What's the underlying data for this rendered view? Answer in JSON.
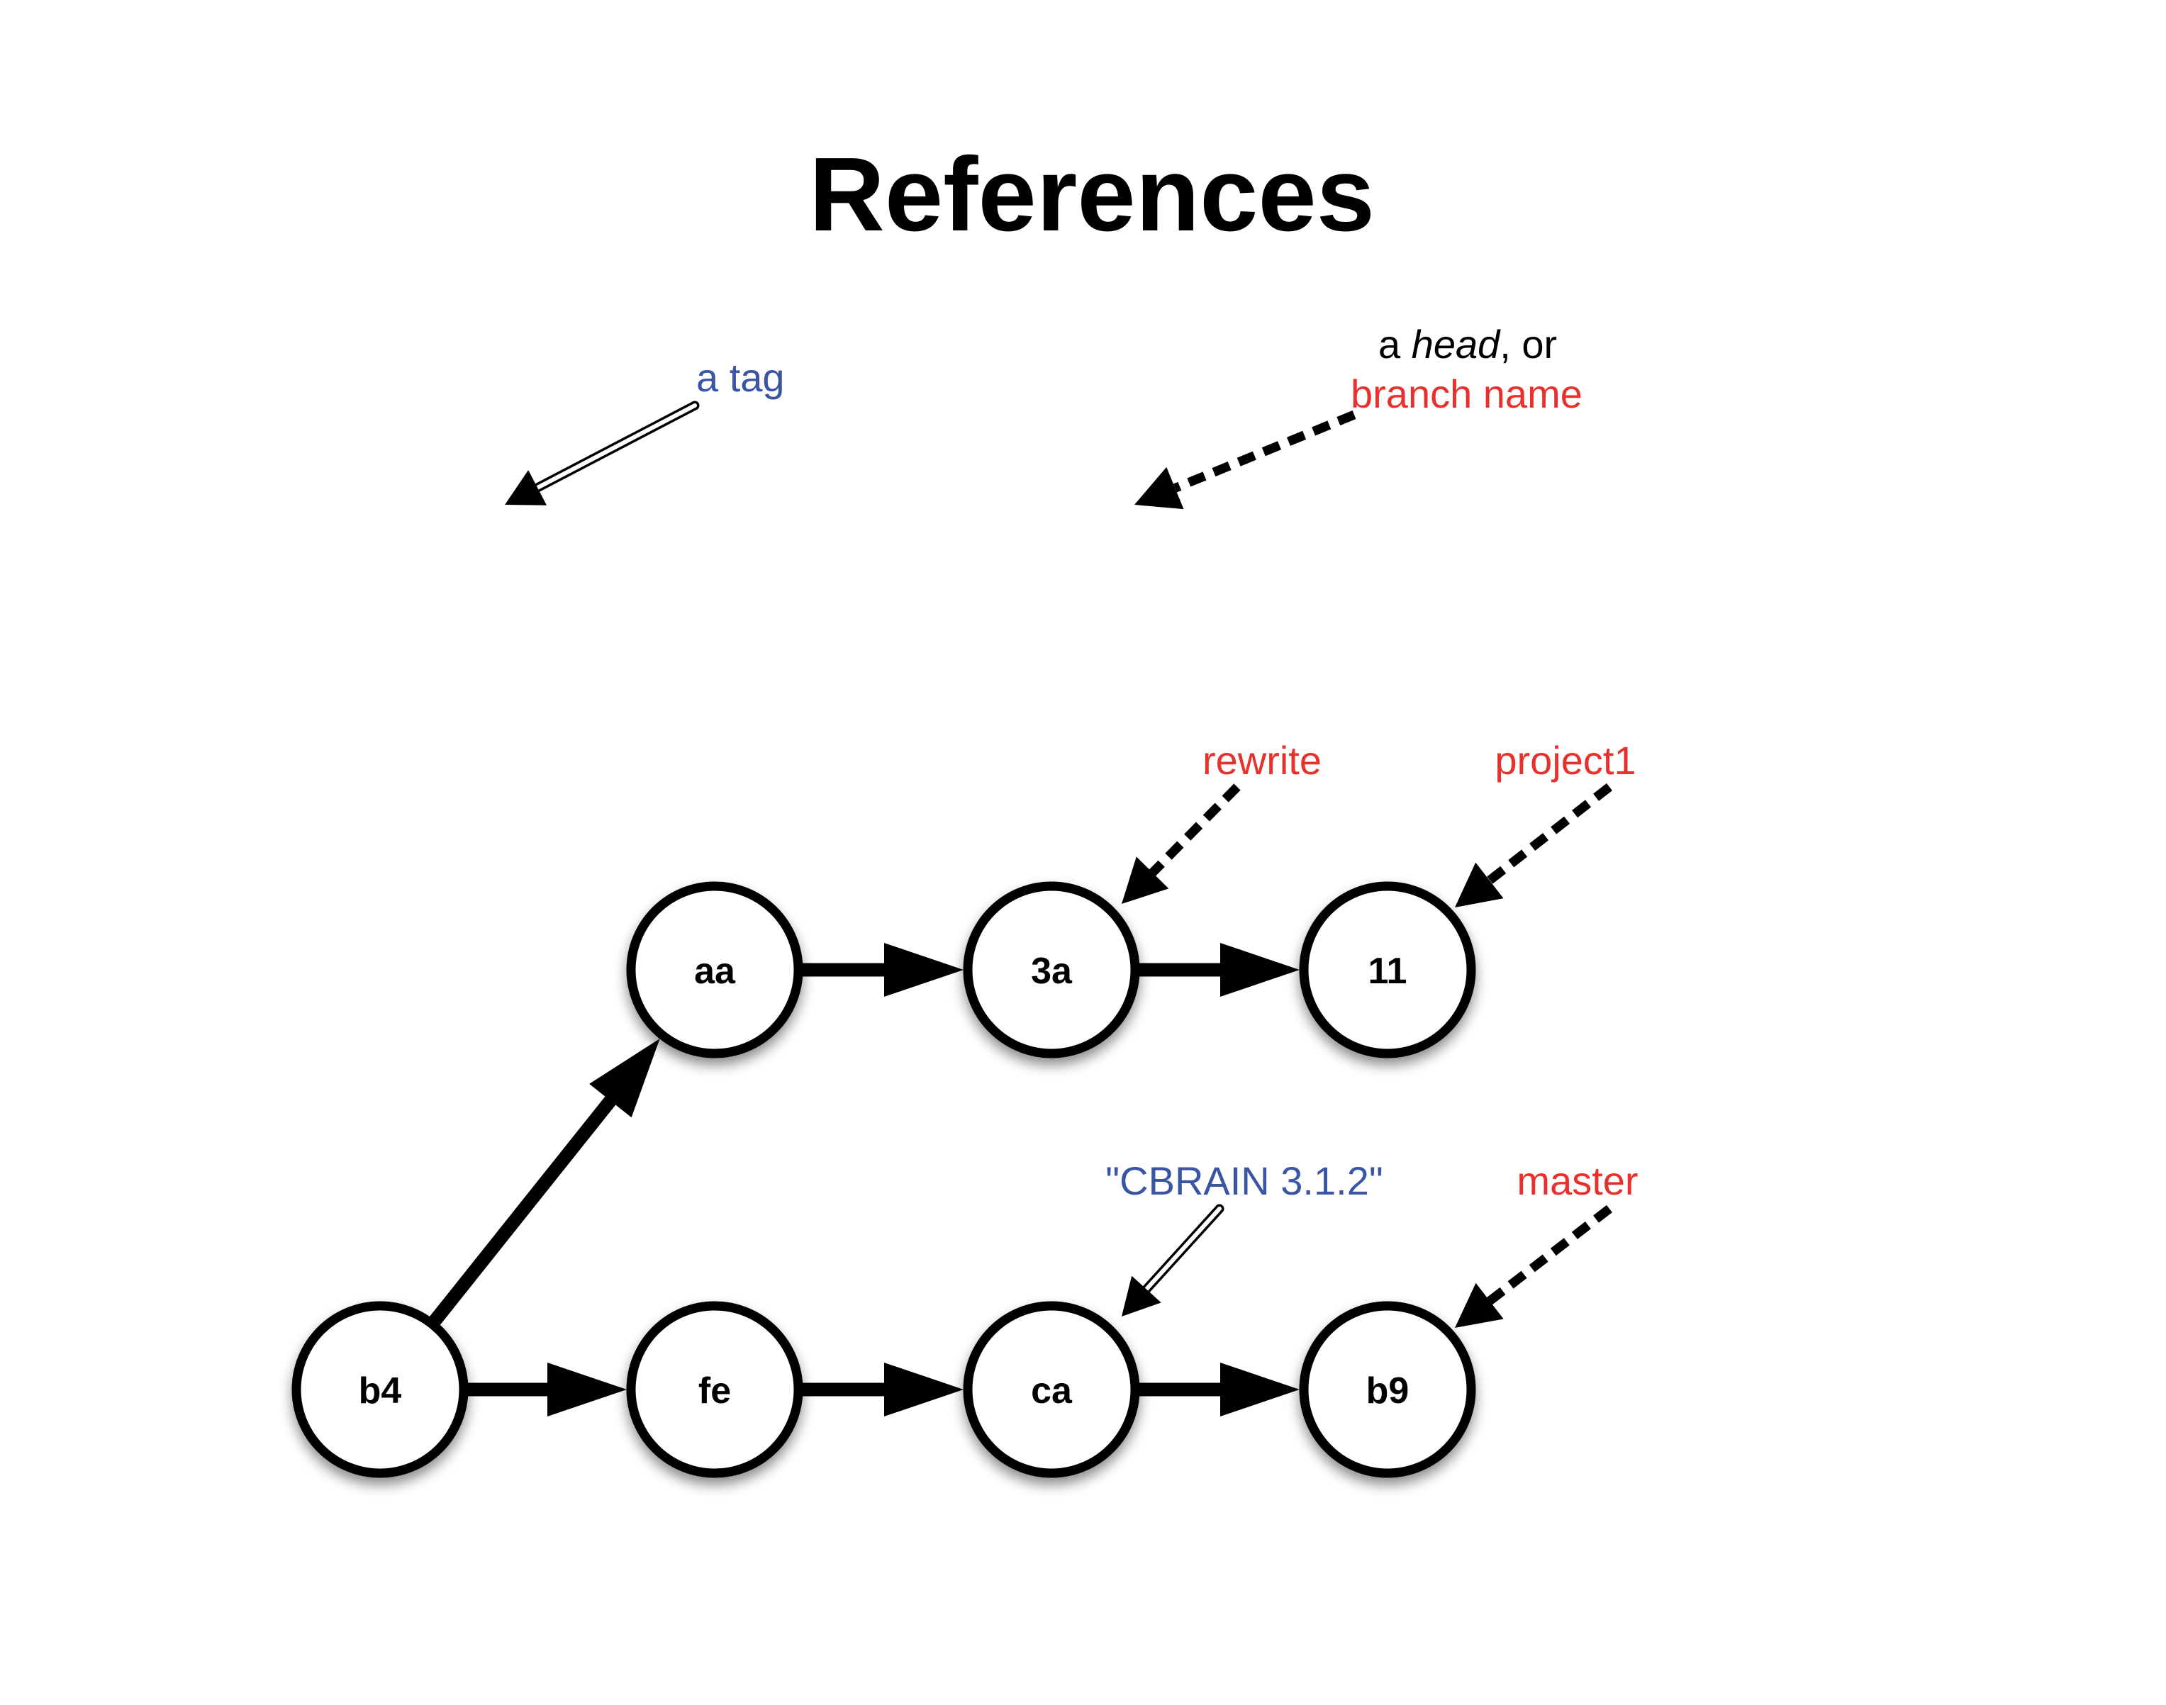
{
  "title": "References",
  "colors": {
    "tag": "#3b55a5",
    "branch": "#e8312c",
    "ink": "#000000",
    "node_fill": "#ffffff"
  },
  "legend": {
    "tag_label": "a tag",
    "head_prefix": "a ",
    "head_word": "head",
    "head_suffix": ", or",
    "branch_label": "branch name"
  },
  "commits": [
    {
      "id": "b4",
      "label": "b4"
    },
    {
      "id": "aa",
      "label": "aa"
    },
    {
      "id": "3a",
      "label": "3a"
    },
    {
      "id": "11",
      "label": "11"
    },
    {
      "id": "fe",
      "label": "fe"
    },
    {
      "id": "ca",
      "label": "ca"
    },
    {
      "id": "b9",
      "label": "b9"
    }
  ],
  "edges": [
    {
      "from": "b4",
      "to": "aa"
    },
    {
      "from": "aa",
      "to": "3a"
    },
    {
      "from": "3a",
      "to": "11"
    },
    {
      "from": "b4",
      "to": "fe"
    },
    {
      "from": "fe",
      "to": "ca"
    },
    {
      "from": "ca",
      "to": "b9"
    }
  ],
  "refs": [
    {
      "label": "rewrite",
      "kind": "branch",
      "target": "3a"
    },
    {
      "label": "project1",
      "kind": "branch",
      "target": "11"
    },
    {
      "label": "\"CBRAIN 3.1.2\"",
      "kind": "tag",
      "target": "ca"
    },
    {
      "label": "master",
      "kind": "branch",
      "target": "b9"
    }
  ]
}
